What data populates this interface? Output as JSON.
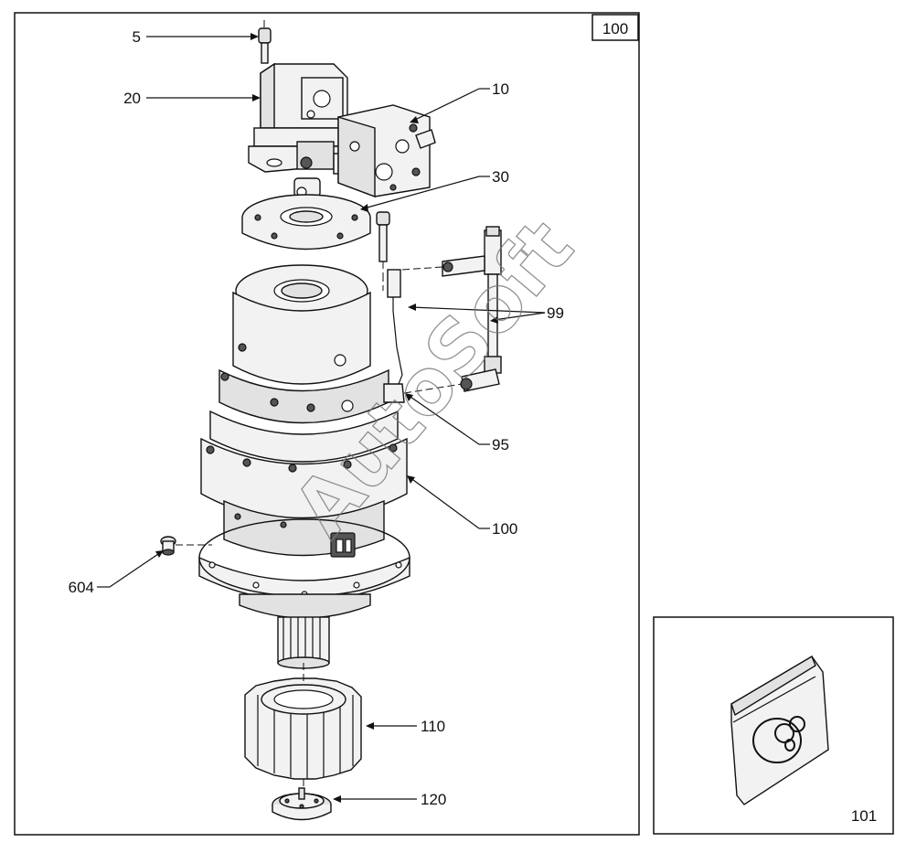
{
  "figure_number": "100",
  "kit_number": "101",
  "watermark": "AutoSoft",
  "callouts": {
    "c5": "5",
    "c20": "20",
    "c10": "10",
    "c30": "30",
    "c99": "99",
    "c95": "95",
    "c100": "100",
    "c604": "604",
    "c110": "110",
    "c120": "120"
  },
  "icons": [
    "motor-icon",
    "valve-block-icon",
    "gearbox-icon",
    "pinion-gear-icon",
    "seal-kit-bag-icon"
  ]
}
